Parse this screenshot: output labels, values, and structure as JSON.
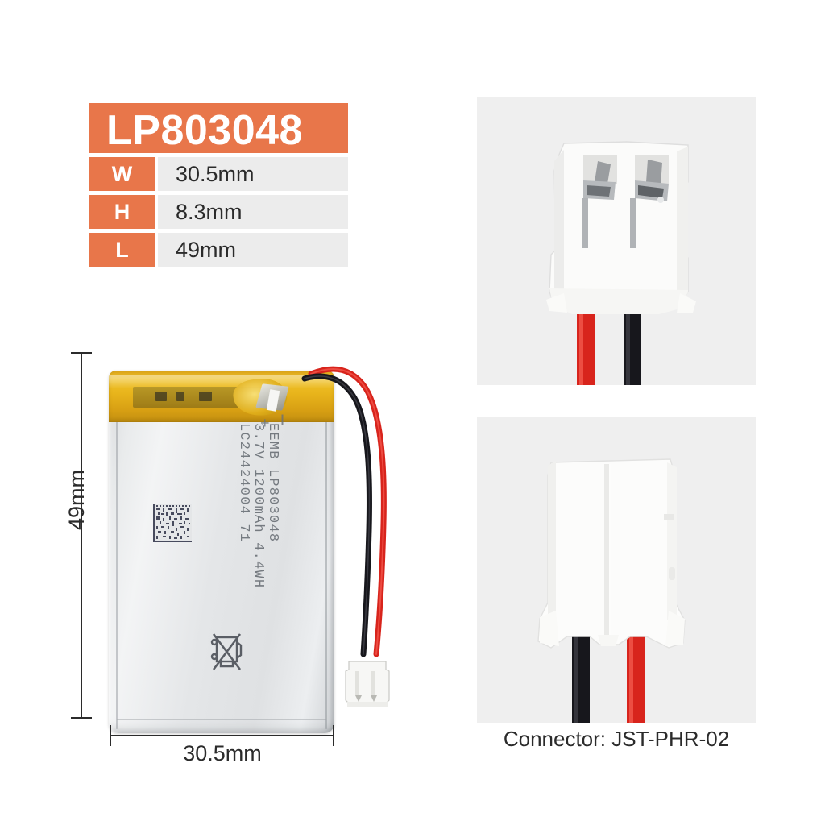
{
  "product": {
    "model": "LP803048",
    "brand": "EEMB",
    "specs": [
      {
        "key": "W",
        "value": "30.5mm"
      },
      {
        "key": "H",
        "value": "8.3mm"
      },
      {
        "key": "L",
        "value": "49mm"
      }
    ],
    "accent_color": "#E8764A",
    "panel_bg": "#EFEFEF"
  },
  "battery_label": {
    "line1": "EEMB LP803048",
    "line2": "3.7V 1200mAh 4.4WH",
    "line3": "LC24424004 71",
    "negative_symbol": "-",
    "positive_symbol": "+"
  },
  "dimensions": {
    "vertical_label": "49mm",
    "horizontal_label": "30.5mm"
  },
  "connector": {
    "caption": "Connector: JST-PHR-02",
    "wire_colors": {
      "positive": "#e02b22",
      "negative": "#1b1b1f"
    }
  }
}
